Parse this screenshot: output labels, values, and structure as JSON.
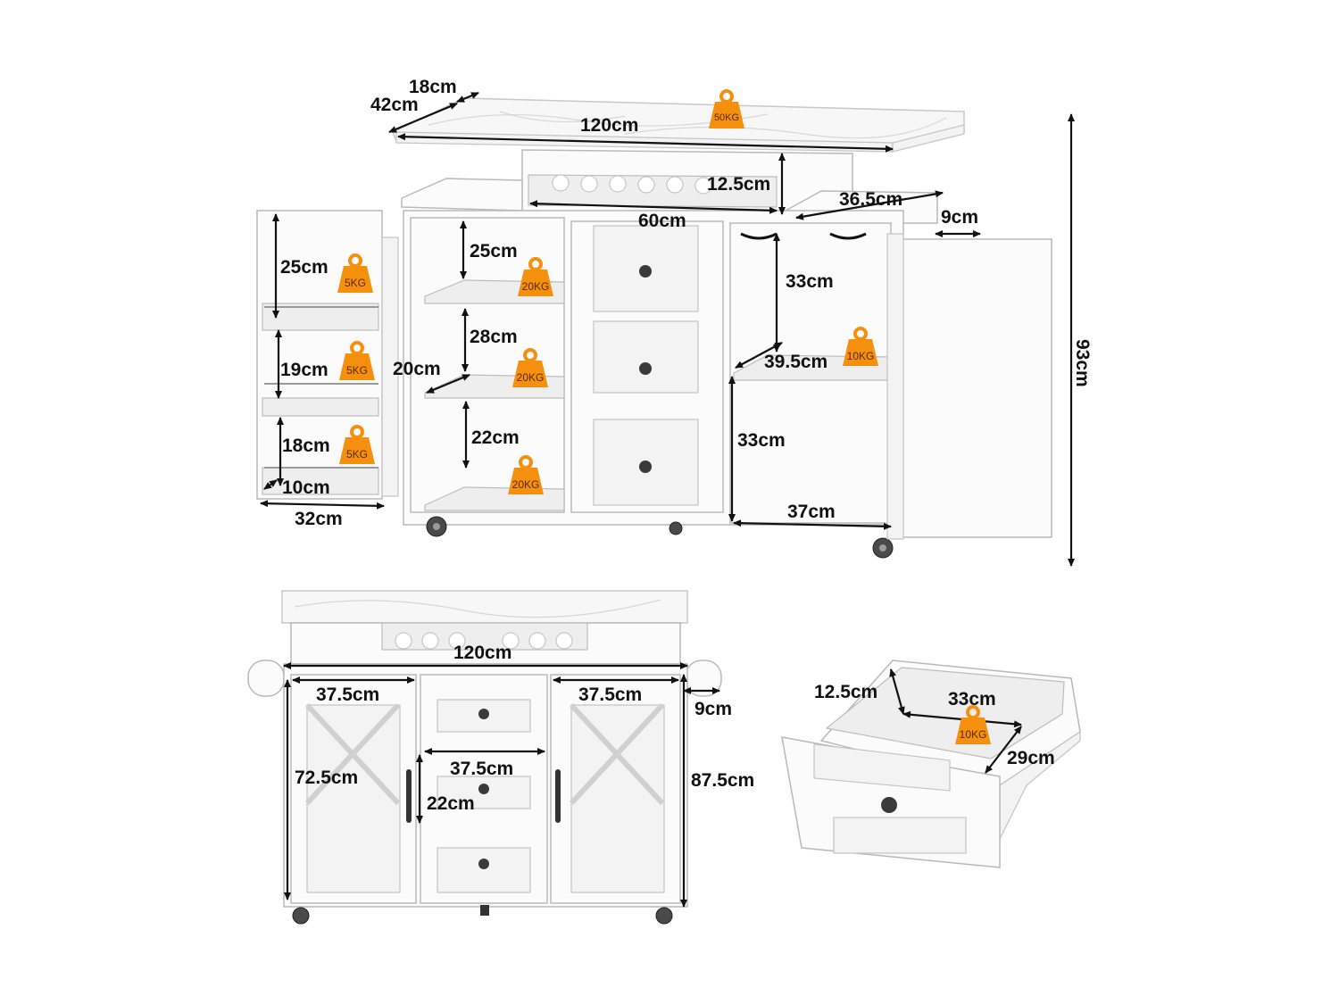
{
  "diagram": {
    "top_view": {
      "depth_labels": {
        "top_depth": "18cm",
        "depth": "42cm"
      },
      "width": "120cm",
      "top_load": "50KG",
      "wine_rack_height": "12.5cm",
      "wine_rack_width": "60cm",
      "side_shelf_depth": "36.5cm",
      "towel_bar": "9cm",
      "total_height": "93cm",
      "left_door": {
        "shelves": [
          {
            "height": "25cm",
            "load": "5KG"
          },
          {
            "height": "19cm",
            "load": "5KG"
          },
          {
            "height": "18cm",
            "load": "5KG"
          }
        ],
        "rack_depth": "10cm",
        "width": "32cm"
      },
      "left_cabinet": {
        "shelves": [
          {
            "height": "25cm",
            "load": "20KG"
          },
          {
            "height": "28cm",
            "load": "20KG"
          },
          {
            "height": "22cm",
            "load": "20KG"
          }
        ],
        "depth": "20cm"
      },
      "right_cabinet": {
        "upper_height": "33cm",
        "shelf_depth": "39.5cm",
        "shelf_load": "10KG",
        "lower_height": "33cm",
        "width": "37cm"
      }
    },
    "front_view": {
      "width": "120cm",
      "left_door_width": "37.5cm",
      "right_door_width": "37.5cm",
      "drawer_width": "37.5cm",
      "drawer_height": "22cm",
      "door_height": "72.5cm",
      "body_height": "87.5cm",
      "side_bar": "9cm"
    },
    "drawer_view": {
      "height": "12.5cm",
      "width": "33cm",
      "depth": "29cm",
      "load": "10KG"
    },
    "colors": {
      "weight_badge": "#f5900f",
      "dimension_line": "#111111",
      "cabinet": "#fbfbfb",
      "knob": "#3a3a3a"
    }
  }
}
